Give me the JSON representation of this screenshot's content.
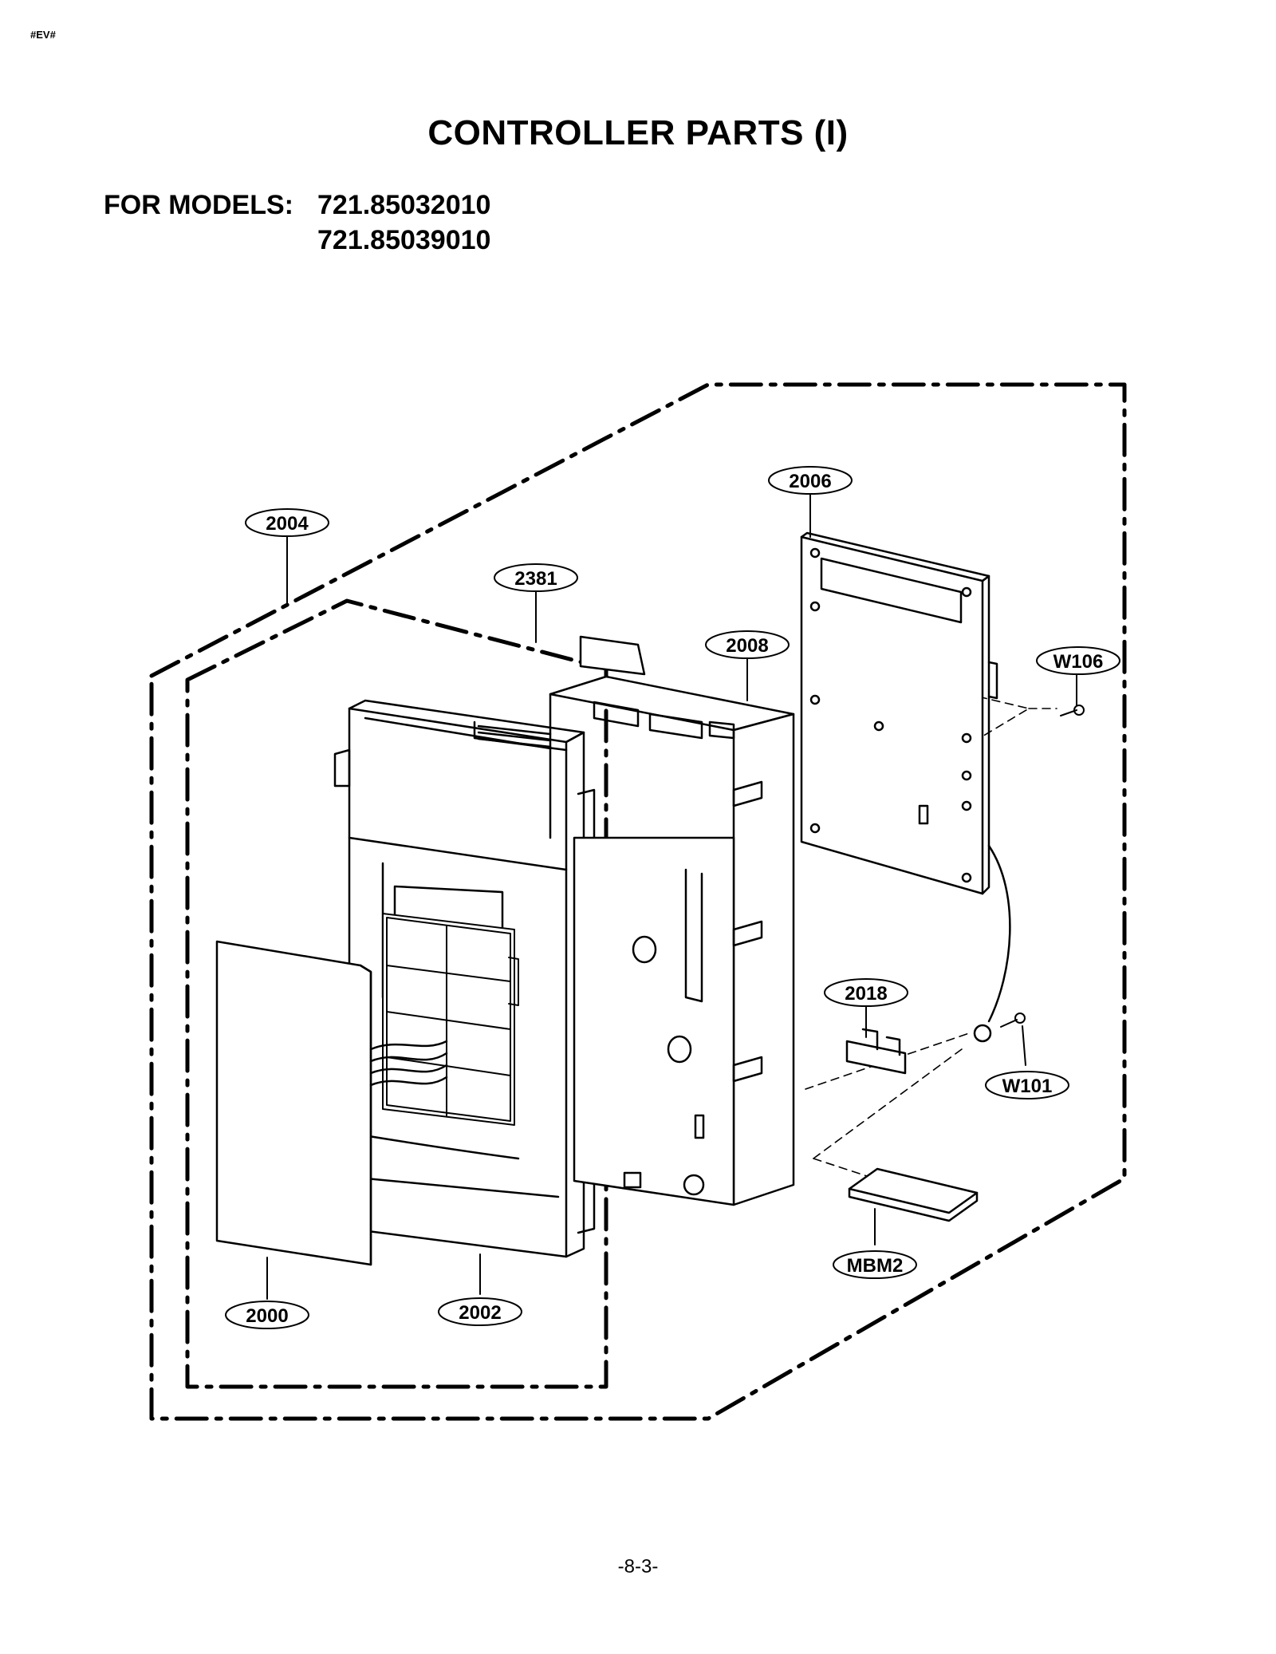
{
  "header": {
    "corner_tag": "#EV#",
    "title": "CONTROLLER PARTS (I)",
    "models_label": "FOR MODELS:",
    "models": [
      "721.85032010",
      "721.85039010"
    ]
  },
  "part_labels": {
    "p2004": "2004",
    "p2381": "2381",
    "p2008": "2008",
    "p2006": "2006",
    "pW106": "W106",
    "p2018": "2018",
    "pW101": "W101",
    "pMBM2": "MBM2",
    "p2000": "2000",
    "p2002": "2002"
  },
  "footer": {
    "page_number": "-8-3-"
  }
}
